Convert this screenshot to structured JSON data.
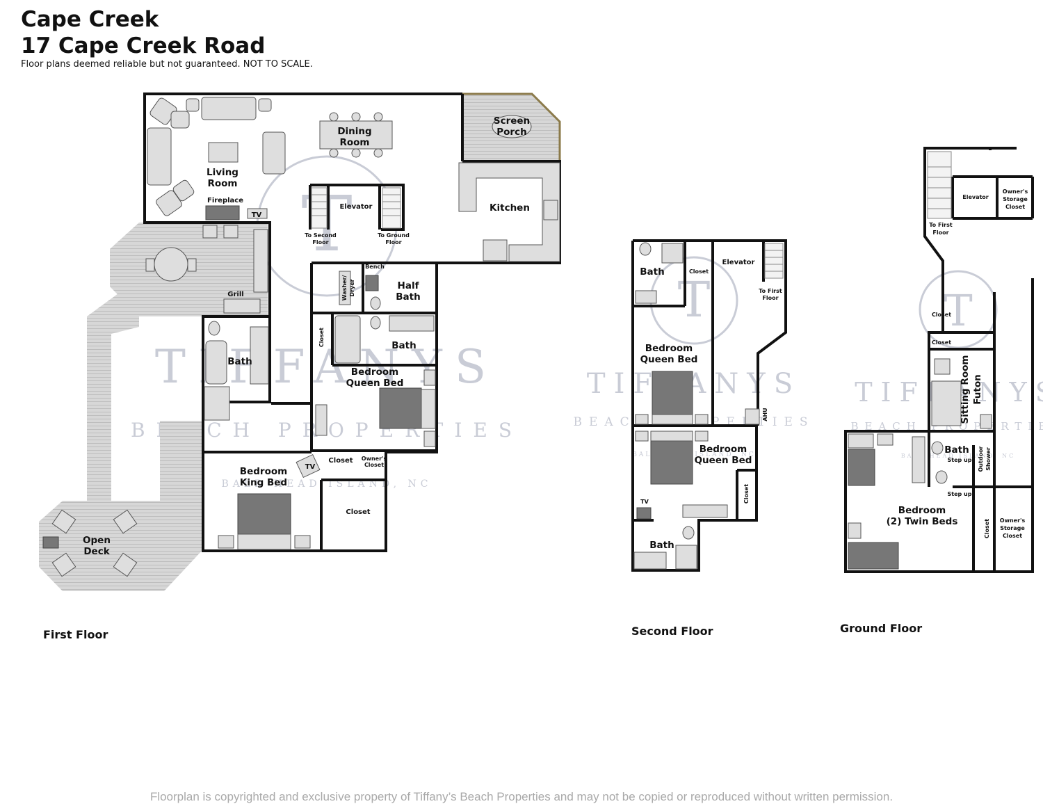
{
  "header": {
    "name": "Cape Creek",
    "address": "17 Cape Creek Road",
    "disclaimer": "Floor plans deemed reliable but not guaranteed.  NOT TO SCALE."
  },
  "floors": {
    "first": "First Floor",
    "second": "Second Floor",
    "ground": "Ground Floor"
  },
  "first_floor_rooms": {
    "dining": [
      "Dining",
      "Room"
    ],
    "screen_porch": [
      "Screen",
      "Porch"
    ],
    "living": [
      "Living",
      "Room"
    ],
    "fireplace": "Fireplace",
    "tv": "TV",
    "elevator": "Elevator",
    "to_second": [
      "To Second",
      "Floor"
    ],
    "to_ground": [
      "To Ground",
      "Floor"
    ],
    "kitchen": "Kitchen",
    "bench": "Bench",
    "washer": [
      "Washer/",
      "Dryer"
    ],
    "half_bath": [
      "Half",
      "Bath"
    ],
    "grill": "Grill",
    "bath1": "Bath",
    "closet_v": "Closet",
    "bath2": "Bath",
    "bedroom_queen": [
      "Bedroom",
      "Queen Bed"
    ],
    "closet1": "Closet",
    "owners_closet": [
      "Owner's",
      "Closet"
    ],
    "tv2": "TV",
    "bedroom_king": [
      "Bedroom",
      "King Bed"
    ],
    "closet2": "Closet",
    "open_deck": [
      "Open",
      "Deck"
    ]
  },
  "second_floor_rooms": {
    "bath1": "Bath",
    "closet": "Closet",
    "elevator": "Elevator",
    "to_first": [
      "To First",
      "Floor"
    ],
    "bedroom1": [
      "Bedroom",
      "Queen Bed"
    ],
    "ahu": "AHU",
    "bedroom2": [
      "Bedroom",
      "Queen Bed"
    ],
    "closet2": "Closet",
    "tv": "TV",
    "bath2": "Bath"
  },
  "ground_floor_rooms": {
    "elevator": "Elevator",
    "owners_storage": [
      "Owner's",
      "Storage",
      "Closet"
    ],
    "to_first": [
      "To First",
      "Floor"
    ],
    "closet1": "Closet",
    "closet2": "Closet",
    "sitting": [
      "Sitting Room",
      "Futon"
    ],
    "bath": "Bath",
    "step_up1": "Step up",
    "outdoor_shower": [
      "Outdoor",
      "Shower"
    ],
    "step_up2": "Step up",
    "bedroom": [
      "Bedroom",
      "(2) Twin Beds"
    ],
    "closet3": "Closet",
    "owners_storage2": [
      "Owner's",
      "Storage",
      "Closet"
    ]
  },
  "watermark": {
    "brand": "TIFFANYS",
    "sub": "BEACH PROPERTIES",
    "location": "BALD HEAD ISLAND, NC",
    "monogram": "T"
  },
  "copyright": "Floorplan is copyrighted and exclusive property of Tiffany’s Beach Properties and may not be copied or reproduced without written permission.",
  "colors": {
    "walls": "#111111",
    "furniture": "#dedede",
    "watermark": "#c9ccd6",
    "porch_roof": "#8b7a4a"
  }
}
